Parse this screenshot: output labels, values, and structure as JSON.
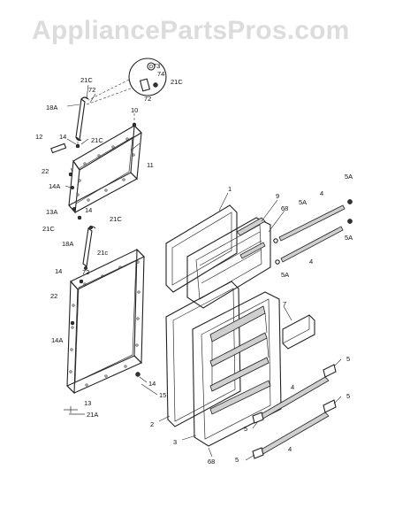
{
  "watermark": "AppliancePartsPros.com",
  "callouts": [
    {
      "id": "c73",
      "text": "73"
    },
    {
      "id": "c74",
      "text": "74"
    },
    {
      "id": "c72a",
      "text": "72"
    },
    {
      "id": "c21c-top",
      "text": "21C"
    },
    {
      "id": "c21c-a",
      "text": "21C"
    },
    {
      "id": "c72b",
      "text": "72"
    },
    {
      "id": "c18a-top",
      "text": "18A"
    },
    {
      "id": "c10",
      "text": "10"
    },
    {
      "id": "c12",
      "text": "12"
    },
    {
      "id": "c14-a",
      "text": "14"
    },
    {
      "id": "c21c-b",
      "text": "21C"
    },
    {
      "id": "c22-top",
      "text": "22"
    },
    {
      "id": "c11",
      "text": "11"
    },
    {
      "id": "c14a-top",
      "text": "14A"
    },
    {
      "id": "c13a",
      "text": "13A"
    },
    {
      "id": "c14-b",
      "text": "14"
    },
    {
      "id": "c21c-c",
      "text": "21C"
    },
    {
      "id": "c21c-d",
      "text": "21C"
    },
    {
      "id": "c18a-bot",
      "text": "18A"
    },
    {
      "id": "c21c-e",
      "text": "21c"
    },
    {
      "id": "c14-c",
      "text": "14"
    },
    {
      "id": "c72c",
      "text": "72"
    },
    {
      "id": "c22-bot",
      "text": "22"
    },
    {
      "id": "c14a-bot",
      "text": "14A"
    },
    {
      "id": "c14-d",
      "text": "14"
    },
    {
      "id": "c15",
      "text": "15"
    },
    {
      "id": "c13",
      "text": "13"
    },
    {
      "id": "c21a",
      "text": "21A"
    },
    {
      "id": "c1",
      "text": "1"
    },
    {
      "id": "c9",
      "text": "9"
    },
    {
      "id": "c68-top",
      "text": "68"
    },
    {
      "id": "c5a-1",
      "text": "5A"
    },
    {
      "id": "c4-1",
      "text": "4"
    },
    {
      "id": "c5a-2",
      "text": "5A"
    },
    {
      "id": "c5a-3",
      "text": "5A"
    },
    {
      "id": "c4-2",
      "text": "4"
    },
    {
      "id": "c5a-4",
      "text": "5A"
    },
    {
      "id": "c7",
      "text": "7"
    },
    {
      "id": "c5-1",
      "text": "5"
    },
    {
      "id": "c4-3",
      "text": "4"
    },
    {
      "id": "c5-2",
      "text": "5"
    },
    {
      "id": "c5-3",
      "text": "5"
    },
    {
      "id": "c4-4",
      "text": "4"
    },
    {
      "id": "c5-4",
      "text": "5"
    },
    {
      "id": "c2",
      "text": "2"
    },
    {
      "id": "c3",
      "text": "3"
    },
    {
      "id": "c68-bot",
      "text": "68"
    }
  ]
}
